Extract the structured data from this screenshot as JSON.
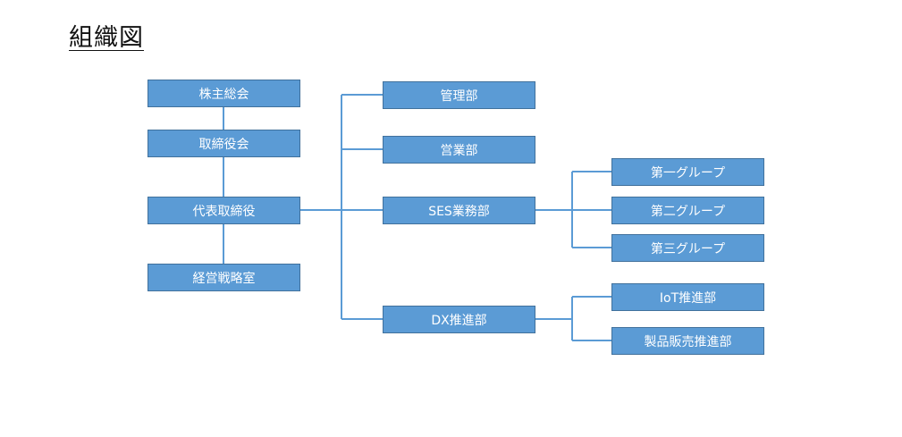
{
  "title": "組織図",
  "boxes": {
    "shareholders": "株主総会",
    "board": "取締役会",
    "ceo": "代表取締役",
    "strategy": "経営戦略室",
    "admin": "管理部",
    "sales": "営業部",
    "ses": "SES業務部",
    "dx": "DX推進部",
    "group1": "第一グループ",
    "group2": "第二グループ",
    "group3": "第三グループ",
    "iot": "IoT推進部",
    "product": "製品販売推進部"
  },
  "colors": {
    "box_fill": "#5b9bd5",
    "box_border": "#41719c",
    "connector": "#5b9bd5"
  }
}
